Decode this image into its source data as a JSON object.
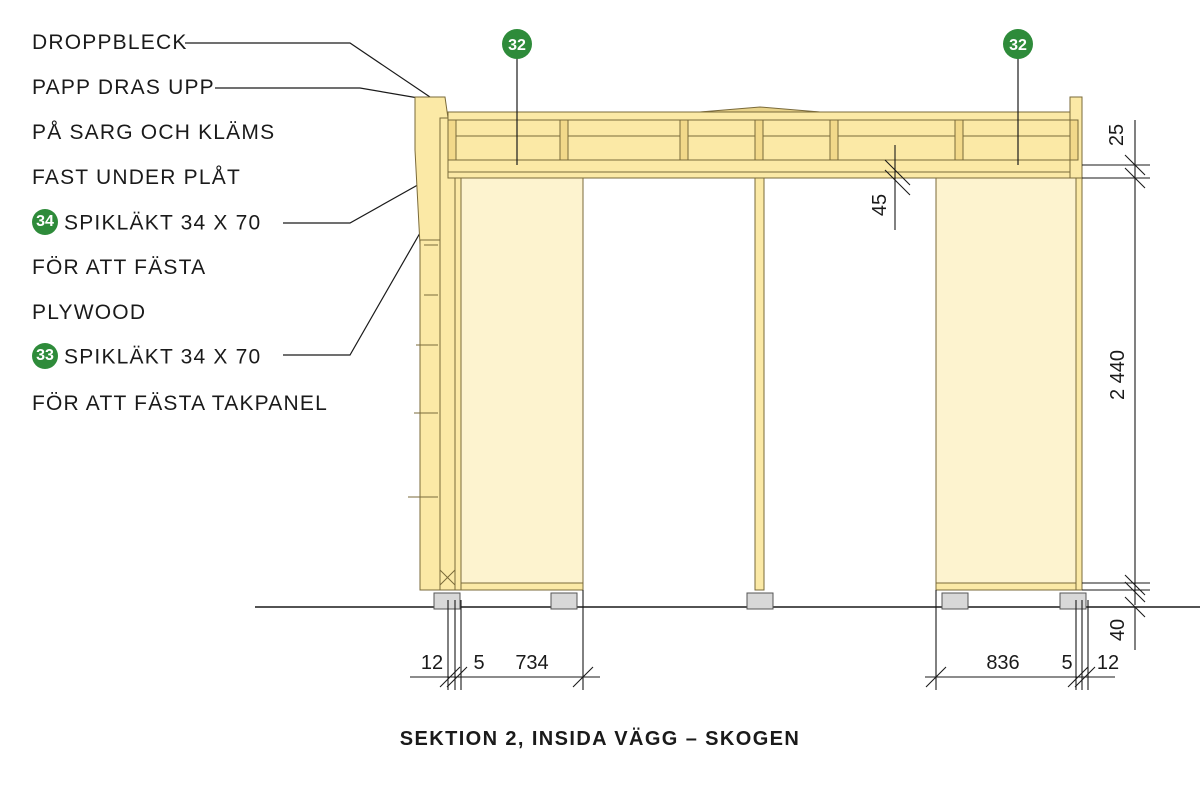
{
  "labels": {
    "droppbleck": "DROPPBLECK",
    "papp_line1": "PAPP DRAS UPP",
    "papp_line2": "PÅ SARG OCH KLÄMS",
    "papp_line3": "FAST UNDER PLÅT",
    "item34_badge": "34",
    "item34_line1": "SPIKLÄKT 34 X 70",
    "item34_line2": "FÖR ATT FÄSTA",
    "item34_line3": "PLYWOOD",
    "item33_badge": "33",
    "item33_line1": "SPIKLÄKT 34 X 70",
    "item33_line2": "FÖR ATT FÄSTA TAKPANEL"
  },
  "markers": {
    "left": "32",
    "right": "32"
  },
  "dimensions": {
    "right_top": "25",
    "top_beam": "45",
    "height": "2 440",
    "foot": "40",
    "bottom_left_a": "12",
    "bottom_left_b": "5",
    "bottom_left_c": "734",
    "bottom_right_a": "836",
    "bottom_right_b": "5",
    "bottom_right_c": "12"
  },
  "title": "SEKTION 2, INSIDA VÄGG – SKOGEN",
  "colors": {
    "wood": "#fbe9a6",
    "panel": "#fdf3cf",
    "stroke": "#7a6a3a",
    "badge": "#2e8b3a",
    "footing": "#d8d8d8"
  }
}
